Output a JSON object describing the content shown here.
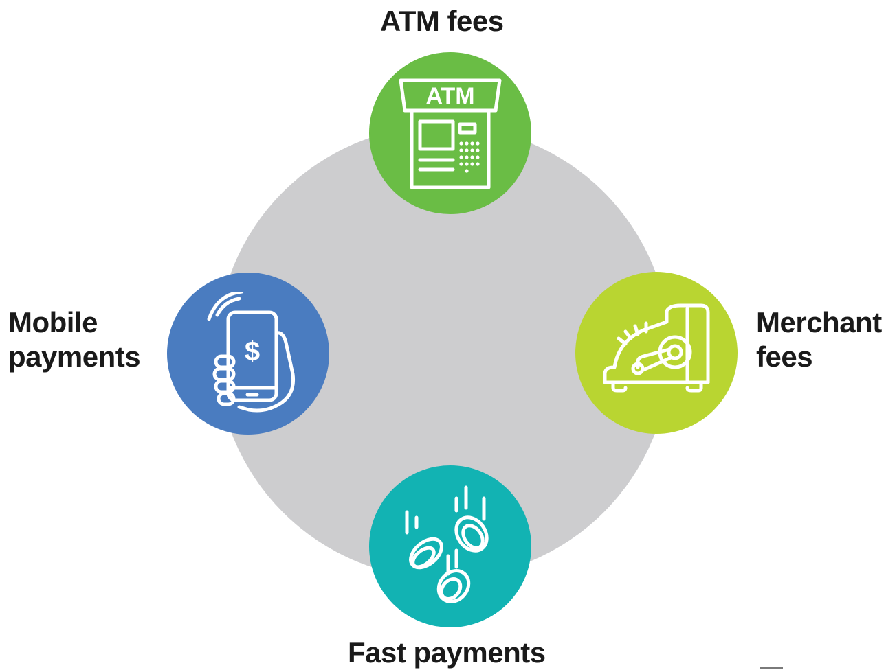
{
  "center": {
    "color": "#cdcdcf"
  },
  "nodes": {
    "atm": {
      "label": "ATM fees",
      "color": "#6abd45",
      "icon": "atm-machine-icon",
      "icon_text": "ATM"
    },
    "merchant": {
      "label_line1": "Merchant",
      "label_line2": "fees",
      "color": "#b9d531",
      "icon": "cash-register-icon"
    },
    "mobile": {
      "label_line1": "Mobile",
      "label_line2": "payments",
      "color": "#4a7cc0",
      "icon": "phone-payment-icon",
      "icon_text": "$"
    },
    "fast": {
      "label": "Fast payments",
      "color": "#12b3b3",
      "icon": "falling-coins-icon"
    }
  },
  "text_color": "#1a1a1a"
}
